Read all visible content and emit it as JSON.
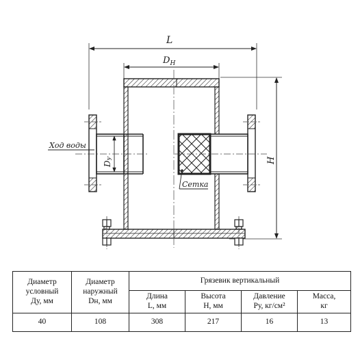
{
  "drawing": {
    "dim_L": "L",
    "dim_DH": "D",
    "dim_DH_sub": "Н",
    "dim_H": "H",
    "dim_Dy": "D",
    "dim_Dy_sub": "У",
    "label_water_flow": "Ход воды",
    "label_mesh": "Сетка"
  },
  "table": {
    "col_dy": [
      "Диаметр",
      "условный",
      "Ду, мм"
    ],
    "col_dn": [
      "Диаметр",
      "наружный",
      "Dн, мм"
    ],
    "group_title": "Грязевик вертикальный",
    "col_length": [
      "Длина",
      "L, мм"
    ],
    "col_height": [
      "Высота",
      "H, мм"
    ],
    "col_pressure": [
      "Давление",
      "Ру, кг/см²"
    ],
    "col_mass": [
      "Масса,",
      "кг"
    ],
    "values": {
      "dy": "40",
      "dn": "108",
      "length": "308",
      "height": "217",
      "pressure": "16",
      "mass": "13"
    }
  }
}
